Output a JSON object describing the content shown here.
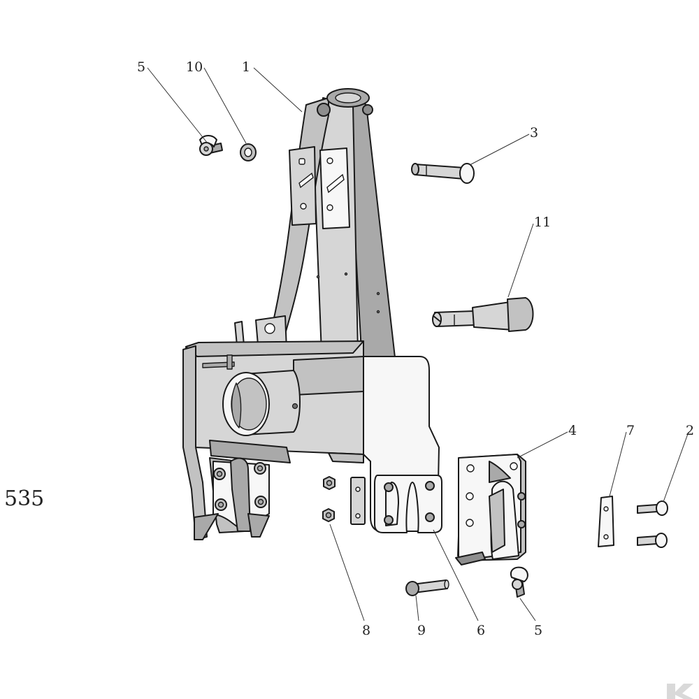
{
  "page_number": "535",
  "callouts": [
    {
      "id": "c5a",
      "text": "5"
    },
    {
      "id": "c10",
      "text": "10"
    },
    {
      "id": "c1",
      "text": "1"
    },
    {
      "id": "c3",
      "text": "3"
    },
    {
      "id": "c11",
      "text": "11"
    },
    {
      "id": "c4",
      "text": "4"
    },
    {
      "id": "c7",
      "text": "7"
    },
    {
      "id": "c2",
      "text": "2"
    },
    {
      "id": "c8",
      "text": "8"
    },
    {
      "id": "c9",
      "text": "9"
    },
    {
      "id": "c6",
      "text": "6"
    },
    {
      "id": "c5b",
      "text": "5"
    }
  ],
  "parts": [
    {
      "number": "1",
      "kind": "main frame"
    },
    {
      "number": "2",
      "kind": "bolt"
    },
    {
      "number": "3",
      "kind": "pin"
    },
    {
      "number": "4",
      "kind": "plate"
    },
    {
      "number": "5",
      "kind": "lynch pin"
    },
    {
      "number": "6",
      "kind": "side plate"
    },
    {
      "number": "7",
      "kind": "strip plate"
    },
    {
      "number": "8",
      "kind": "nut"
    },
    {
      "number": "9",
      "kind": "pin"
    },
    {
      "number": "10",
      "kind": "washer"
    },
    {
      "number": "11",
      "kind": "stepped pin"
    }
  ],
  "logo": {
    "icon": "k-logo-icon",
    "color": "#d9d9d9"
  }
}
